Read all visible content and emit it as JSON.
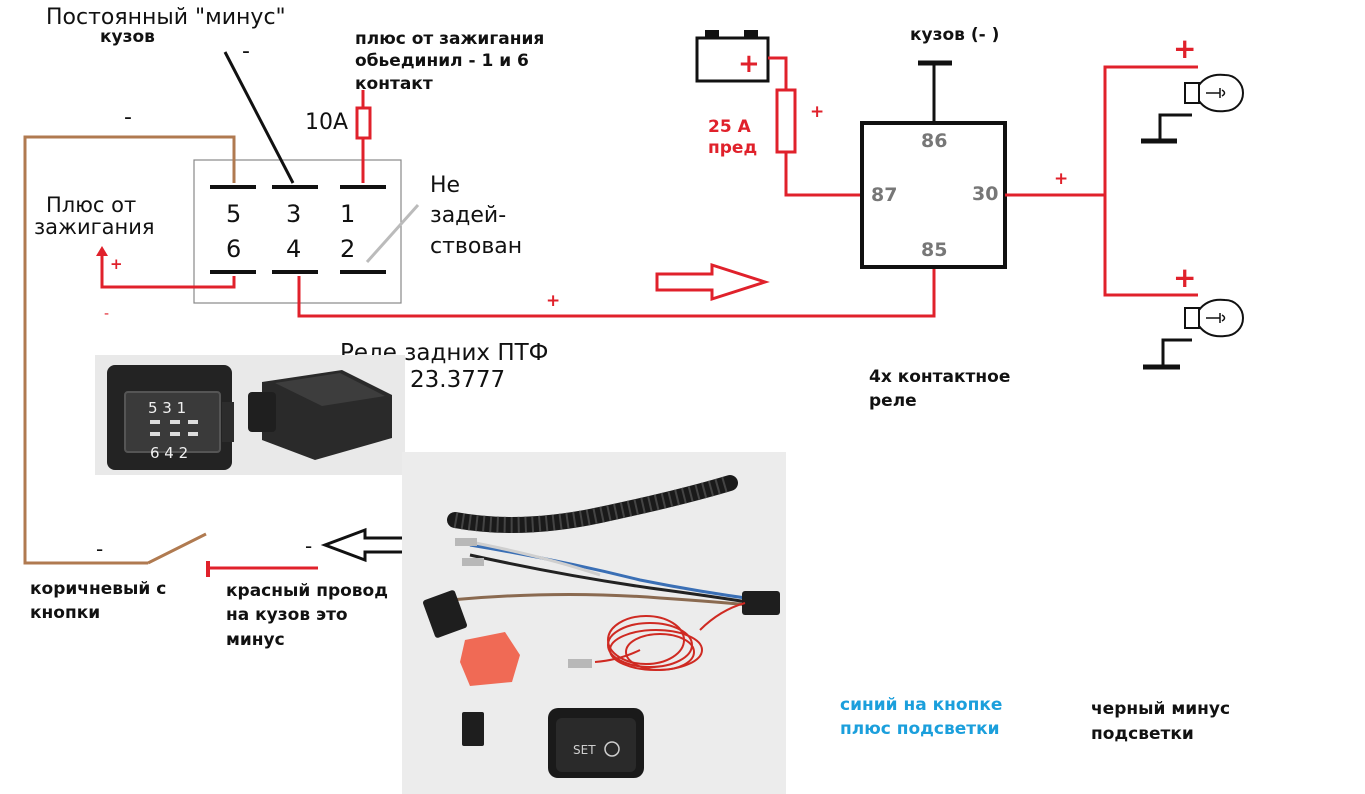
{
  "colors": {
    "wire_red": "#e0212b",
    "wire_brown": "#b07a50",
    "wire_black": "#111111",
    "relay_label_gray": "#777777",
    "note_blue": "#1b9fdc",
    "photo_background": "#ececec"
  },
  "left": {
    "top_title": "Постоянный \"минус\"",
    "top_title_line2": "кузов",
    "top_minus": "-",
    "ignition_note": [
      "плюс от зажигания",
      "обьединил - 1 и 6",
      "контакт"
    ],
    "fuse_label": "10A",
    "brown_minus": "-",
    "plus_from_ignition": [
      "Плюс от",
      "зажигания"
    ],
    "plus_mark": "+",
    "small_dash": "-",
    "not_used": [
      "Не",
      "задей-",
      "ствован"
    ],
    "pins_top": [
      "5",
      "3",
      "1"
    ],
    "pins_bottom": [
      "6",
      "4",
      "2"
    ],
    "wire_plus": "+",
    "relay_title": "Реле задних ПТФ",
    "relay_number": "23.3777",
    "photo_pins_top": "5 3 1",
    "photo_pins_bottom": "6 4 2"
  },
  "right": {
    "battery_plus": "+",
    "fuse_label": [
      "25 A",
      "пред"
    ],
    "fuse_plus": "+",
    "body_ground": "кузов (- )",
    "relay_pins": {
      "p86": "86",
      "p87": "87",
      "p30": "30",
      "p85": "85"
    },
    "out_plus": "+",
    "lamp_plus_top": "+",
    "lamp_plus_bottom": "+",
    "relay_type": [
      "4х контактное",
      "реле"
    ]
  },
  "bottom": {
    "switch_minus": "-",
    "red_wire_minus": "-",
    "brown_note": [
      "коричневый с",
      "кнопки"
    ],
    "red_note": [
      "красный провод",
      "на кузов это",
      "минус"
    ],
    "blue_note": [
      "синий на кнопке",
      "плюс подсветки"
    ],
    "black_note": [
      "черный минус",
      "подсветки"
    ],
    "button_label": "SET"
  }
}
